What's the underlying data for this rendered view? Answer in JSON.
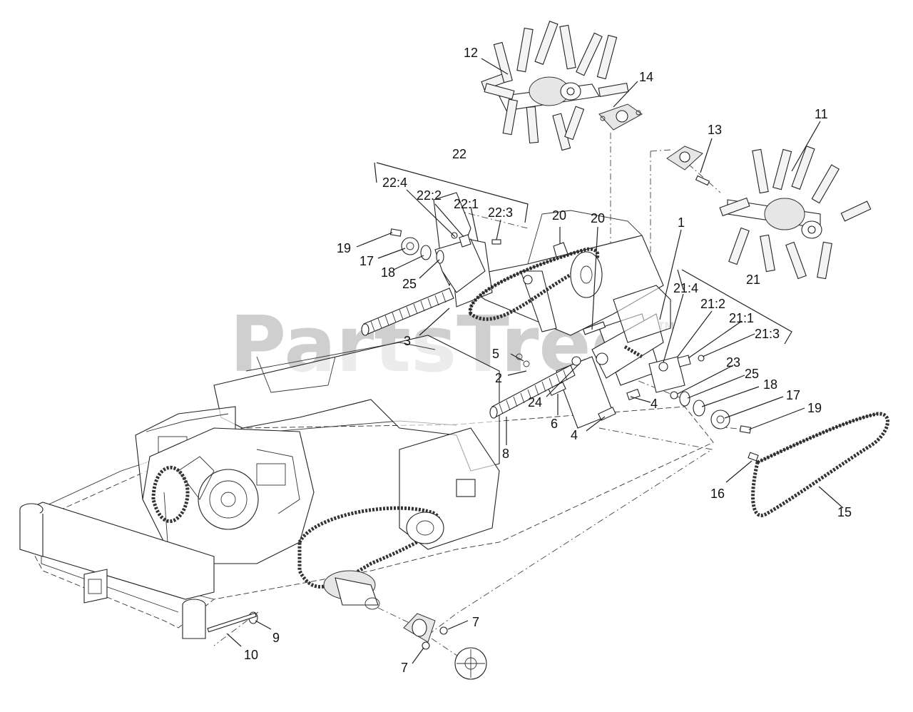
{
  "watermark": {
    "text": "PartsTree",
    "mark": "TM"
  },
  "callouts": [
    {
      "id": "c12",
      "label": "12"
    },
    {
      "id": "c14",
      "label": "14"
    },
    {
      "id": "c22",
      "label": "22"
    },
    {
      "id": "c22_4",
      "label": "22:4"
    },
    {
      "id": "c22_2",
      "label": "22:2"
    },
    {
      "id": "c22_1",
      "label": "22:1"
    },
    {
      "id": "c22_3",
      "label": "22:3"
    },
    {
      "id": "c19a",
      "label": "19"
    },
    {
      "id": "c17a",
      "label": "17"
    },
    {
      "id": "c18a",
      "label": "18"
    },
    {
      "id": "c25a",
      "label": "25"
    },
    {
      "id": "c20a",
      "label": "20"
    },
    {
      "id": "c20b",
      "label": "20"
    },
    {
      "id": "c13",
      "label": "13"
    },
    {
      "id": "c11",
      "label": "11"
    },
    {
      "id": "c1",
      "label": "1"
    },
    {
      "id": "c21",
      "label": "21"
    },
    {
      "id": "c21_4",
      "label": "21:4"
    },
    {
      "id": "c21_2",
      "label": "21:2"
    },
    {
      "id": "c21_1",
      "label": "21:1"
    },
    {
      "id": "c21_3",
      "label": "21:3"
    },
    {
      "id": "c3",
      "label": "3"
    },
    {
      "id": "c5",
      "label": "5"
    },
    {
      "id": "c2",
      "label": "2"
    },
    {
      "id": "c23",
      "label": "23"
    },
    {
      "id": "c25b",
      "label": "25"
    },
    {
      "id": "c18b",
      "label": "18"
    },
    {
      "id": "c17b",
      "label": "17"
    },
    {
      "id": "c19b",
      "label": "19"
    },
    {
      "id": "c24",
      "label": "24"
    },
    {
      "id": "c4a",
      "label": "4"
    },
    {
      "id": "c6",
      "label": "6"
    },
    {
      "id": "c4b",
      "label": "4"
    },
    {
      "id": "c8",
      "label": "8"
    },
    {
      "id": "c16",
      "label": "16"
    },
    {
      "id": "c15",
      "label": "15"
    },
    {
      "id": "c9",
      "label": "9"
    },
    {
      "id": "c10",
      "label": "10"
    },
    {
      "id": "c7a",
      "label": "7"
    },
    {
      "id": "c7b",
      "label": "7"
    }
  ]
}
